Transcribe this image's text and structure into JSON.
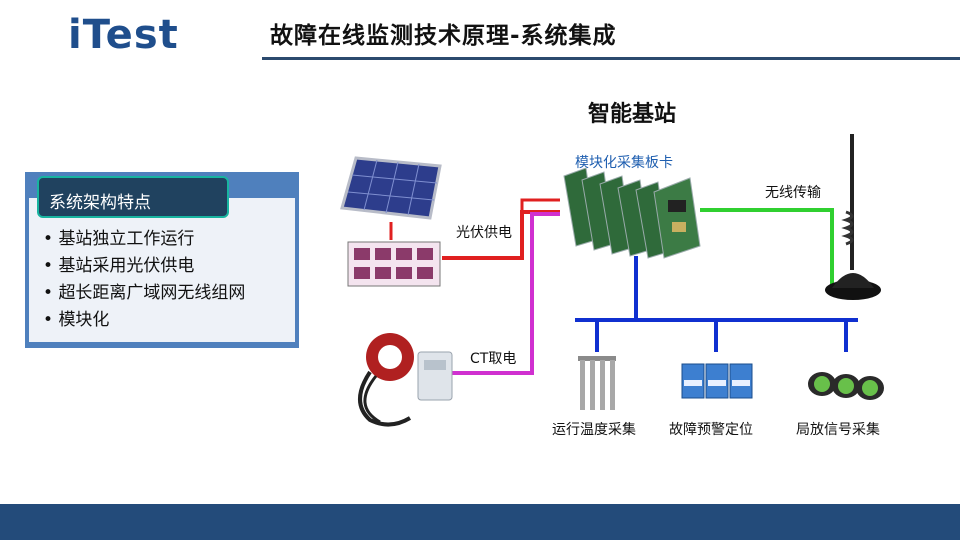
{
  "logo": {
    "text": "iTest"
  },
  "header": {
    "title": "故障在线监测技术原理-系统集成"
  },
  "panel": {
    "heading": "系统架构特点",
    "bullets": [
      "基站独立工作运行",
      "基站采用光伏供电",
      "超长距离广域网无线组网",
      "模块化"
    ]
  },
  "diagram": {
    "title": "智能基站",
    "module_label": "模块化采集板卡",
    "pv_label": "光伏供电",
    "wireless_label": "无线传输",
    "ct_label": "CT取电",
    "sensors": [
      {
        "label": "运行温度采集"
      },
      {
        "label": "故障预警定位"
      },
      {
        "label": "局放信号采集"
      }
    ]
  },
  "colors": {
    "brand": "#1f4e8c",
    "footer": "#234b7a",
    "panel_border": "#4f80bd",
    "pv_line": "#e02020",
    "ct_line": "#d030d0",
    "wireless_line": "#30d030",
    "bus_line": "#1030d0"
  }
}
